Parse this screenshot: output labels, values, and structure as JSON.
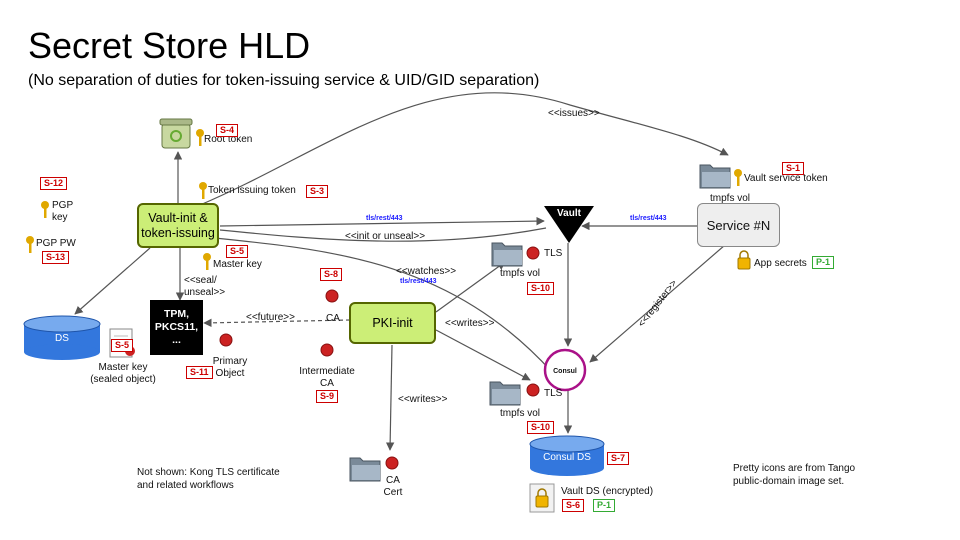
{
  "title": "Secret Store HLD",
  "subtitle": "(No separation of duties for token-issuing service & UID/GID separation)",
  "nodes": {
    "vault_init": "Vault-init &\ntoken-issuing",
    "pki_init": "PKI-init",
    "service_n": "Service #N",
    "vault": "Vault",
    "consul": "Consul",
    "tpm": [
      "TPM,",
      "PKCS11,",
      "..."
    ],
    "ds": "DS",
    "consul_ds": "Consul DS"
  },
  "labels": {
    "root_token": "Root token",
    "token_issuing_token": "Token issuing token",
    "pgp_key": "PGP\nkey",
    "pgp_pw": "PGP PW",
    "master_key": "Master key",
    "master_key_sealed": "Master key\n(sealed object)",
    "primary_object": "Primary\nObject",
    "ca": "CA",
    "intermediate_ca": "Intermediate\nCA",
    "ca_cert": "CA\nCert",
    "tmpfs_vol_top": "tmpfs vol",
    "vault_service_token": "Vault service token",
    "app_secrets": "App secrets",
    "tls_1": "TLS",
    "tmpfs_vol_1": "tmpfs vol",
    "tls_2": "TLS",
    "tmpfs_vol_2": "tmpfs vol",
    "vault_ds": "Vault DS (encrypted)"
  },
  "edges": {
    "issues": "<<issues>>",
    "init_unseal": "<<init or unseal>>",
    "watches": "<<watches>>",
    "seal_unseal": "<<seal/\nunseal>>",
    "future": "<<future>>",
    "writes_1": "<<writes>>",
    "writes_2": "<<writes>>",
    "register": "<<register>>",
    "tls_rest_1": "tls/rest/443",
    "tls_rest_2": "tls/rest/443",
    "tls_rest_3": "tls/rest/443"
  },
  "badges": {
    "s4": "S-4",
    "s3": "S-3",
    "s12": "S-12",
    "s13": "S-13",
    "s5a": "S-5",
    "s5b": "S-5",
    "s8": "S-8",
    "s11": "S-11",
    "s9": "S-9",
    "s1": "S-1",
    "p1a": "P-1",
    "s10a": "S-10",
    "s10b": "S-10",
    "s7": "S-7",
    "s6": "S-6",
    "p1b": "P-1"
  },
  "notes": {
    "not_shown": "Not shown: Kong TLS certificate\nand related workflows",
    "icons_credit": "Pretty icons are from Tango\npublic-domain image set."
  },
  "colors": {
    "node_green": "#ccee77",
    "badge_red": "#cc0000",
    "badge_green": "#33aa33",
    "consul_ring": "#aa1188",
    "db_blue": "#3377dd",
    "link_blue": "#1a1aff"
  }
}
